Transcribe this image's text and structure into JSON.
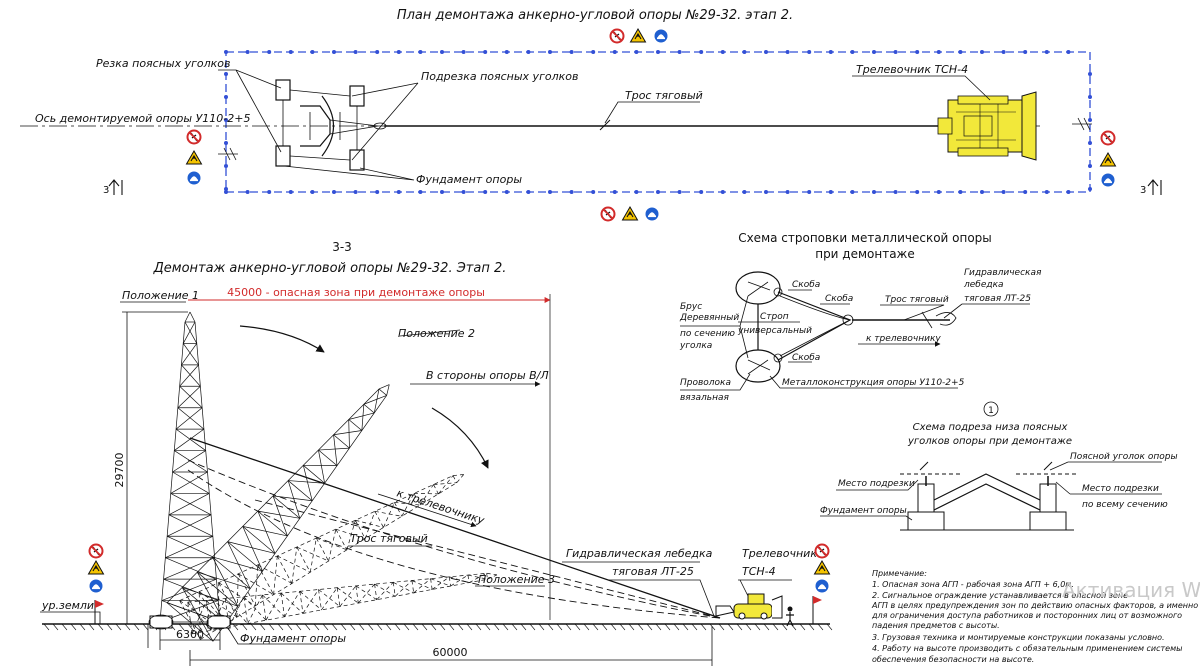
{
  "plan": {
    "title": "План демонтажа анкерно-угловой опоры №29-32. этап 2.",
    "label_cut_belt": "Резка поясных уголков",
    "label_undercut_belt": "Подрезка поясных уголков",
    "label_axis": "Ось демонтируемой опоры У110-2+5",
    "label_foundation": "Фундамент опоры",
    "label_rope": "Трос тяговый",
    "label_tractor": "Трелевочник ТСН-4",
    "section_mark_left": "3",
    "section_mark_right": "3"
  },
  "section": {
    "id": "3-3",
    "title": "Демонтаж анкерно-угловой опоры №29-32. Этап 2.",
    "position1": "Положение 1",
    "position2": "Положение 2",
    "position3": "Положение 3",
    "danger_zone": "45000 - опасная зона при демонтаже опоры",
    "direction": "В стороны опоры В/Л",
    "to_tractor": "к трелевочнику",
    "rope": "Трос тяговый",
    "winch_label1": "Гидравлическая лебедка",
    "winch_label2": "тяговая ЛТ-25",
    "tractor1": "Трелевочник",
    "tractor2": "ТСН-4",
    "height": "29700",
    "ground": "ур.земли",
    "foundation": "Фундамент опоры",
    "dim_base": "6300",
    "dim_total": "60000"
  },
  "slinging": {
    "title1": "Схема строповки металлической опоры",
    "title2": "при демонтаже",
    "bracket1": "Скоба",
    "bracket2": "Скоба",
    "bracket3": "Скоба",
    "beam1": "Брус",
    "beam2": "Деревянный",
    "beam3": "по сечению",
    "beam4": "уголка",
    "sling1": "Строп",
    "sling2": "универсальный",
    "winch1": "Гидравлическая",
    "winch2": "лебедка",
    "winch3": "тяговая ЛТ-25",
    "rope": "Трос тяговый",
    "to_tractor": "к трелевочнику",
    "wire1": "Проволока",
    "wire2": "вязальная",
    "metal": "Металлоконструкция опоры У110-2+5"
  },
  "undercut": {
    "circle": "1",
    "title1": "Схема подреза низа поясных",
    "title2": "уголков опоры при демонтаже",
    "belt": "Поясной уголок опоры",
    "cut_place": "Место подрезки",
    "cut_all1": "Место подрезки",
    "cut_all2": "по всему сечению",
    "foundation": "Фундамент опоры"
  },
  "notes": {
    "heading": "Примечание:",
    "n1": "1. Опасная зона АГП - рабочая зона АГП + 6,0м.",
    "n2a": "2. Сигнальное ограждение устанавливается в опасной зоне",
    "n2b": "АГП в целях предупреждения зон по действию опасных факторов, а именно",
    "n2c": "для ограничения доступа работников и посторонних лиц от возможного",
    "n2d": "падения предметов с высоты.",
    "n3": "3. Грузовая техника и монтируемые конструкции показаны условно.",
    "n4a": "4. Работу на высоте производить с обязательным применением системы",
    "n4b": "обеспечения безопасности на высоте."
  },
  "watermark": "Активация Win",
  "colors": {
    "fence": "#3350d6",
    "tractor": "#f2e83a",
    "danger": "#d22b2b",
    "warn": "#f5c400",
    "mandatory": "#1f5fd0"
  }
}
